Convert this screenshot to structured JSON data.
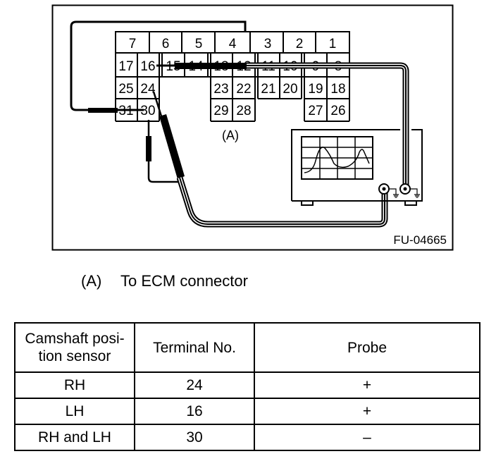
{
  "figure": {
    "id_label": "FU-04665",
    "connector_callout": "(A)",
    "connector": {
      "row1": [
        "7",
        "6",
        "5",
        "4",
        "3",
        "2",
        "1"
      ],
      "row2": [
        "17",
        "16",
        "15",
        "14",
        "13",
        "12",
        "11",
        "10",
        "9",
        "8"
      ],
      "row3": [
        "25",
        "24",
        "23",
        "22",
        "21",
        "20",
        "19",
        "18"
      ],
      "row4": [
        "31",
        "30",
        "29",
        "28",
        "27",
        "26"
      ]
    }
  },
  "caption": {
    "label": "(A)",
    "text": "To ECM connector"
  },
  "table": {
    "headers": [
      "Camshaft posi-\ntion sensor",
      "Terminal No.",
      "Probe"
    ],
    "header_line1": "Camshaft posi-",
    "header_line2": "tion sensor",
    "header_terminal": "Terminal No.",
    "header_probe": "Probe",
    "rows": [
      {
        "sensor": "RH",
        "terminal": "24",
        "probe": "+"
      },
      {
        "sensor": "LH",
        "terminal": "16",
        "probe": "+"
      },
      {
        "sensor": "RH and LH",
        "terminal": "30",
        "probe": "–"
      }
    ]
  }
}
